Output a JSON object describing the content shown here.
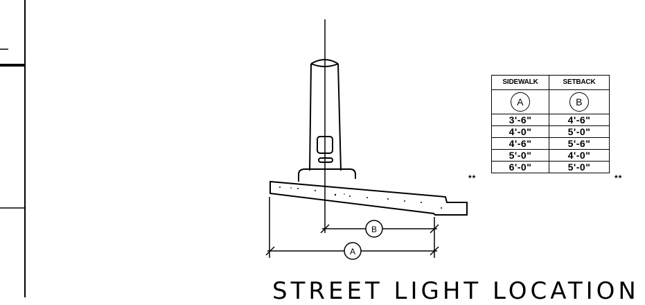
{
  "title": "STREET LIGHT LOCATION",
  "table": {
    "headers": [
      "SIDEWALK",
      "SETBACK"
    ],
    "symbols": [
      "A",
      "B"
    ],
    "rows": [
      [
        "3'-6\"",
        "4'-6\""
      ],
      [
        "4'-0\"",
        "5'-0\""
      ],
      [
        "4'-6\"",
        "5'-6\""
      ],
      [
        "5'-0\"",
        "4'-0\""
      ],
      [
        "6'-0\"",
        "5'-0\""
      ]
    ],
    "note_marker": "**"
  },
  "dimensions": {
    "sidewalk_label": "A",
    "setback_label": "B"
  }
}
